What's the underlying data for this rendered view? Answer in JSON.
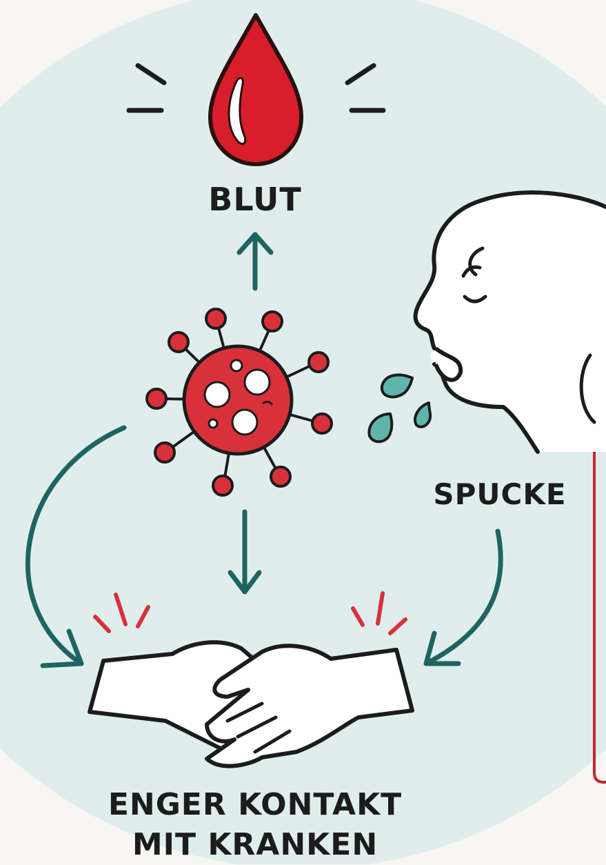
{
  "labels": {
    "blood": "BLUT",
    "spit": "SPUCKE",
    "contact_line1": "ENGER KONTAKT",
    "contact_line2": "MIT KRANKEN"
  },
  "colors": {
    "background": "#f7f6f2",
    "circle": "#dfeeed",
    "blood_red": "#d81e2a",
    "virus_red": "#d8313a",
    "arrow_teal": "#1f6461",
    "droplet_teal": "#5fb4ad",
    "frame_red": "#c8242c"
  },
  "icons": [
    "blood-drop-icon",
    "virus-icon",
    "face-profile-icon",
    "saliva-droplets-icon",
    "handshake-icon"
  ]
}
